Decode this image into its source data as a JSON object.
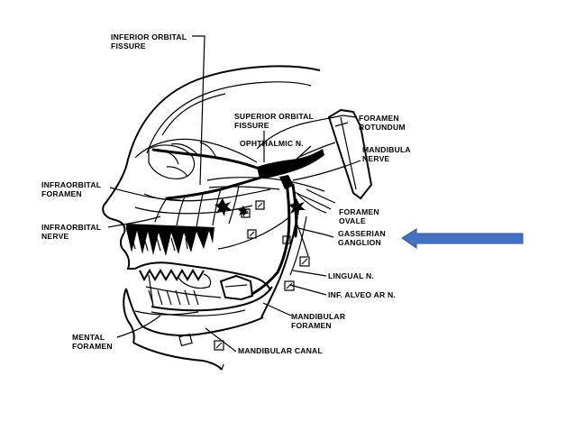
{
  "diagram": {
    "labels": {
      "inferior_orbital_fissure": [
        "INFERIOR  ORBITAL",
        "FISSURE"
      ],
      "superior_orbital_fissure": [
        "SUPERIOR ORBITAL",
        "FISSURE"
      ],
      "foramen_rotundum": [
        "FORAMEN",
        "ROTUNDUM"
      ],
      "ophthalmic_n": [
        "OPHTHALMIC N."
      ],
      "mandibular_nerve": [
        "MANDIBULA",
        "NERVE"
      ],
      "infraorbital_foramen": [
        "INFRAORBITAL",
        "FORAMEN"
      ],
      "foramen_ovale": [
        "FORAMEN",
        "OVALE"
      ],
      "infraorbital_nerve": [
        "INFRAORBITAL",
        "NERVE"
      ],
      "gasserian_ganglion": [
        "GASSERIAN",
        "GANGLION"
      ],
      "lingual_n": [
        "LINGUAL N."
      ],
      "inf_alveo_ar_n": [
        "INF. ALVEO AR N."
      ],
      "mandibular_foramen": [
        "MANDIBULAR",
        "FORAMEN"
      ],
      "mental_foramen": [
        "MENTAL",
        "FORAMEN"
      ],
      "mandibular_canal": [
        "MANDIBULAR CANAL"
      ]
    },
    "pointer_arrow": {
      "color": "#4472C4",
      "stroke": "#2F5597",
      "target": "gasserian_ganglion"
    }
  }
}
